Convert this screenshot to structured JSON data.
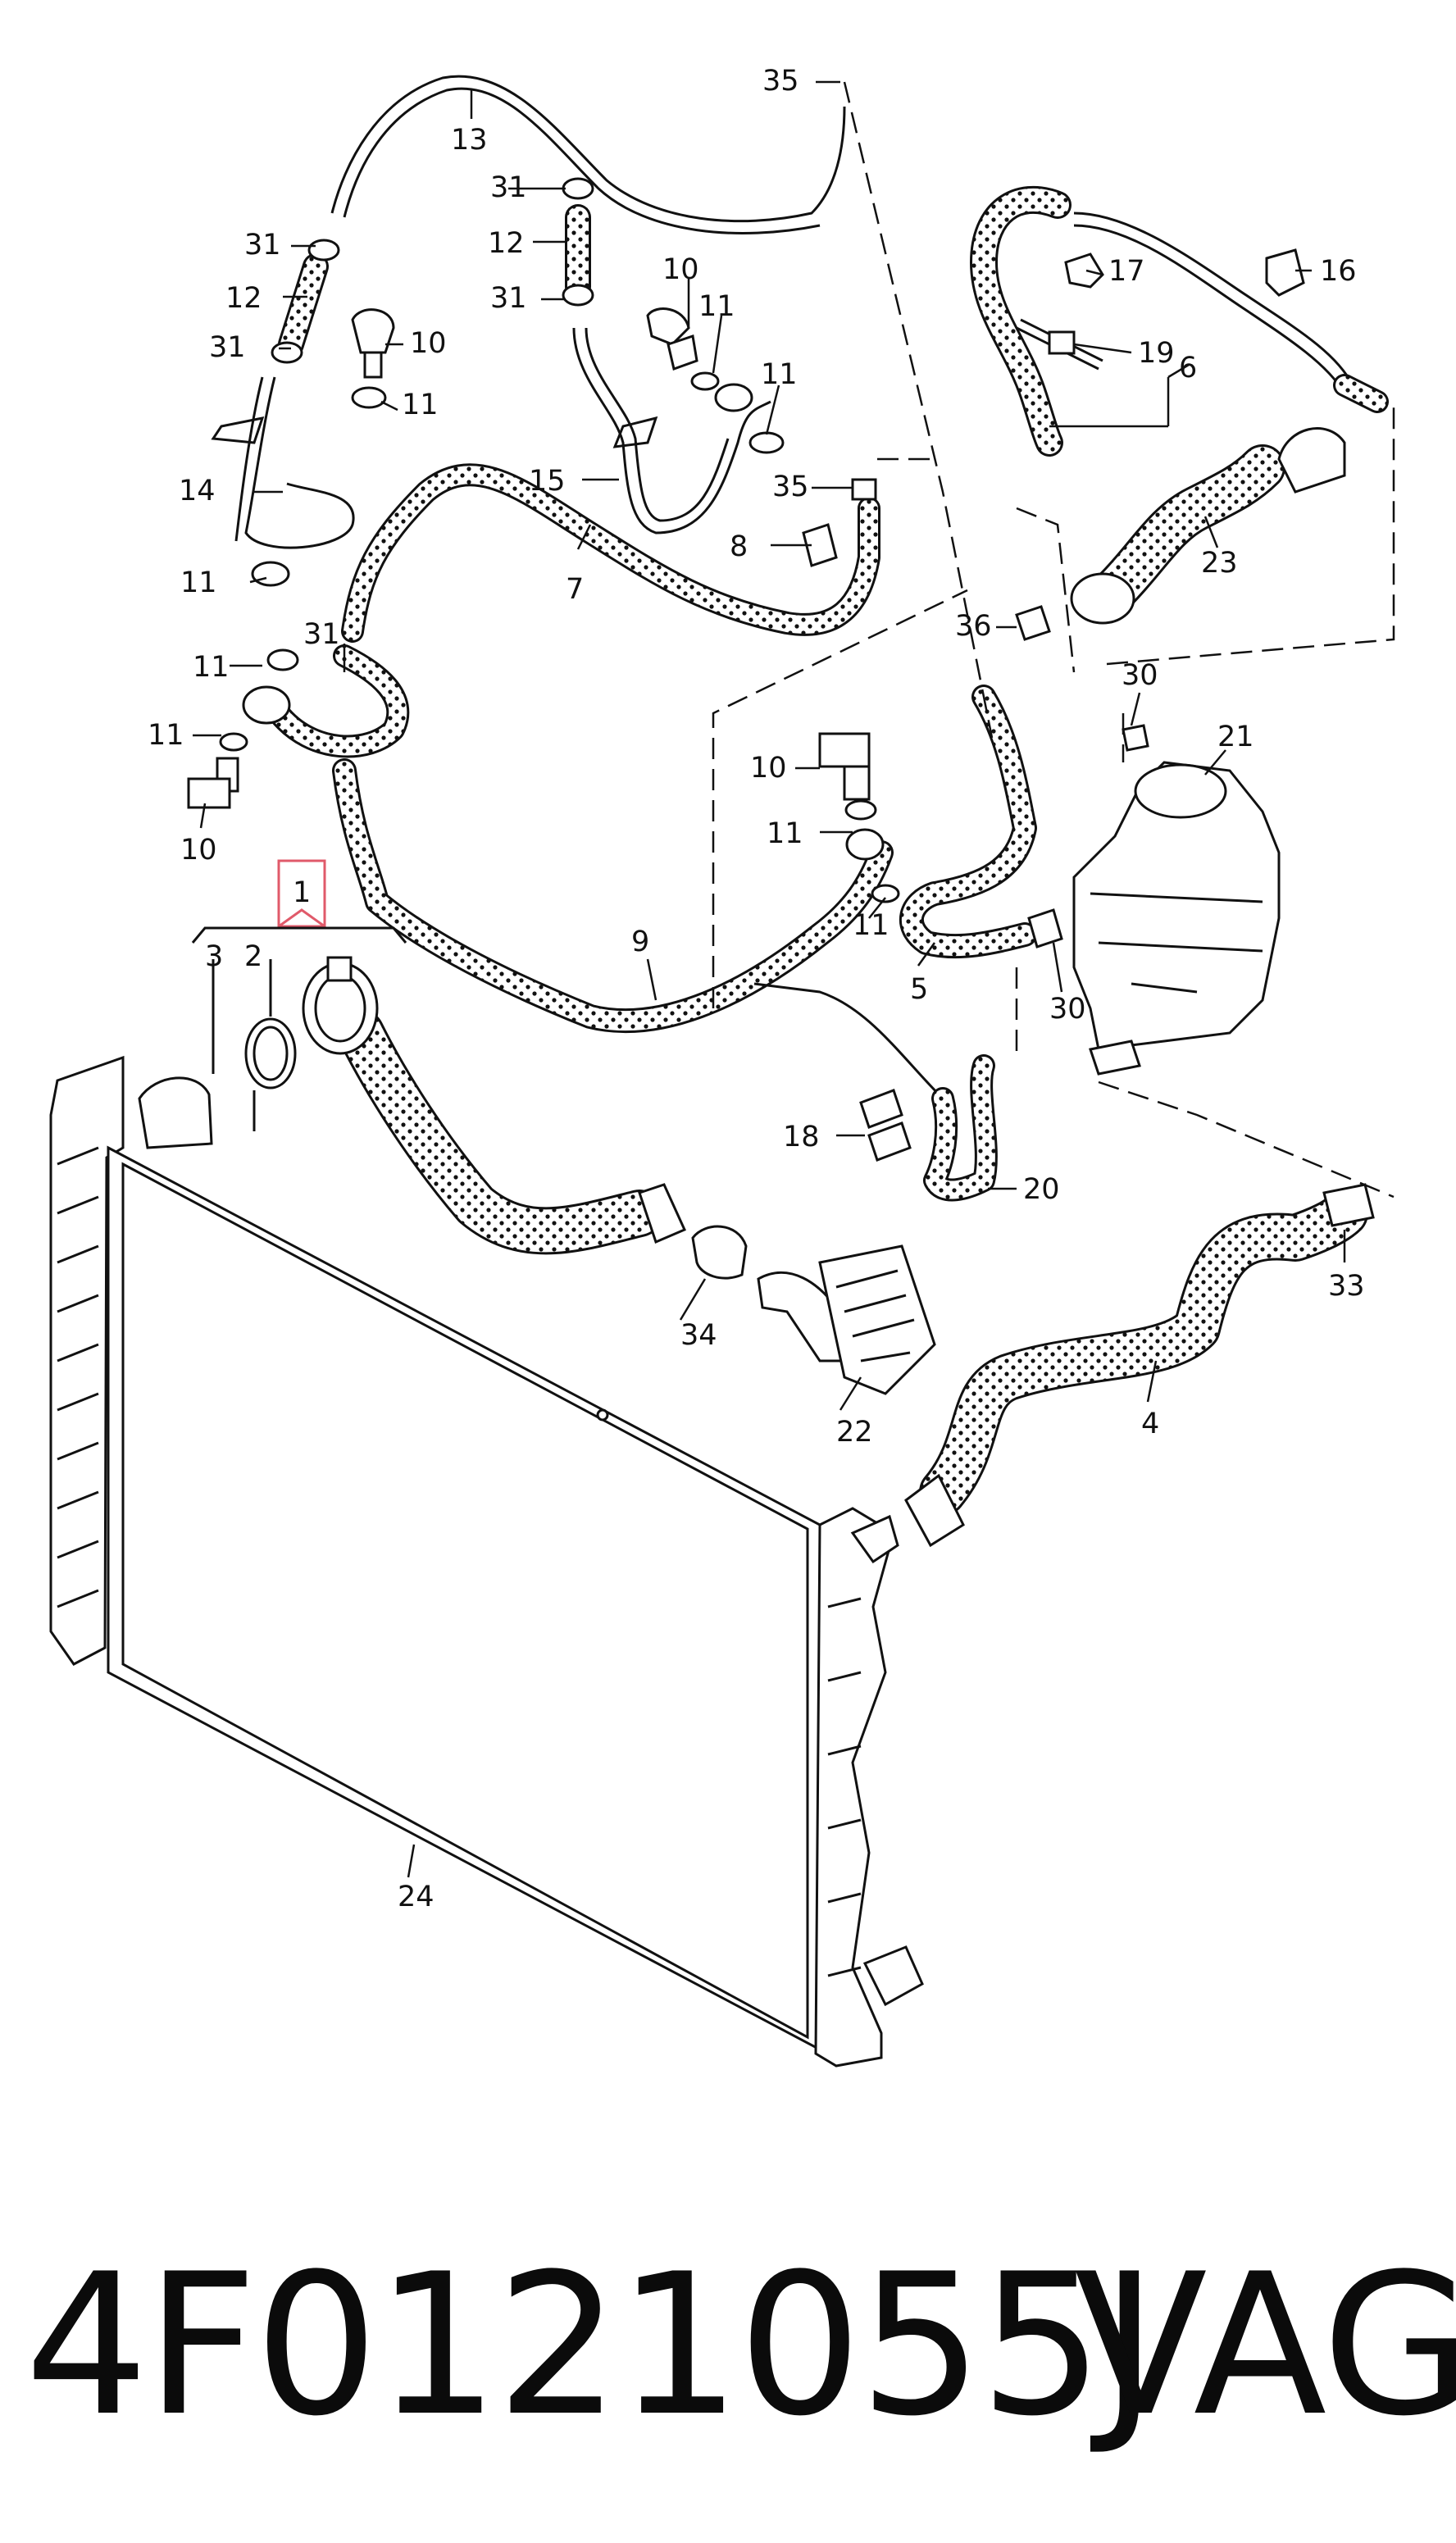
{
  "diagram": {
    "callouts": [
      {
        "id": "c1",
        "text": "1"
      },
      {
        "id": "c2",
        "text": "2"
      },
      {
        "id": "c3",
        "text": "3"
      },
      {
        "id": "c4",
        "text": "4"
      },
      {
        "id": "c5",
        "text": "5"
      },
      {
        "id": "c6",
        "text": "6"
      },
      {
        "id": "c7",
        "text": "7"
      },
      {
        "id": "c8",
        "text": "8"
      },
      {
        "id": "c9",
        "text": "9"
      },
      {
        "id": "c10a",
        "text": "10"
      },
      {
        "id": "c10b",
        "text": "10"
      },
      {
        "id": "c10c",
        "text": "10"
      },
      {
        "id": "c10d",
        "text": "10"
      },
      {
        "id": "c11a",
        "text": "11"
      },
      {
        "id": "c11b",
        "text": "11"
      },
      {
        "id": "c11c",
        "text": "11"
      },
      {
        "id": "c11d",
        "text": "11"
      },
      {
        "id": "c11e",
        "text": "11"
      },
      {
        "id": "c11f",
        "text": "11"
      },
      {
        "id": "c11g",
        "text": "11"
      },
      {
        "id": "c11h",
        "text": "11"
      },
      {
        "id": "c12a",
        "text": "12"
      },
      {
        "id": "c12b",
        "text": "12"
      },
      {
        "id": "c13",
        "text": "13"
      },
      {
        "id": "c14",
        "text": "14"
      },
      {
        "id": "c15",
        "text": "15"
      },
      {
        "id": "c16",
        "text": "16"
      },
      {
        "id": "c17",
        "text": "17"
      },
      {
        "id": "c18",
        "text": "18"
      },
      {
        "id": "c19",
        "text": "19"
      },
      {
        "id": "c20",
        "text": "20"
      },
      {
        "id": "c21",
        "text": "21"
      },
      {
        "id": "c22",
        "text": "22"
      },
      {
        "id": "c23",
        "text": "23"
      },
      {
        "id": "c24",
        "text": "24"
      },
      {
        "id": "c30a",
        "text": "30"
      },
      {
        "id": "c30b",
        "text": "30"
      },
      {
        "id": "c31a",
        "text": "31"
      },
      {
        "id": "c31b",
        "text": "31"
      },
      {
        "id": "c31c",
        "text": "31"
      },
      {
        "id": "c31d",
        "text": "31"
      },
      {
        "id": "c31e",
        "text": "31"
      },
      {
        "id": "c33",
        "text": "33"
      },
      {
        "id": "c34",
        "text": "34"
      },
      {
        "id": "c35a",
        "text": "35"
      },
      {
        "id": "c35b",
        "text": "35"
      },
      {
        "id": "c36",
        "text": "36"
      }
    ],
    "highlight_color": "#e05a6a",
    "line_color": "#111111"
  },
  "footer": {
    "part_number": "4F0121055J",
    "brand": "VAG"
  }
}
